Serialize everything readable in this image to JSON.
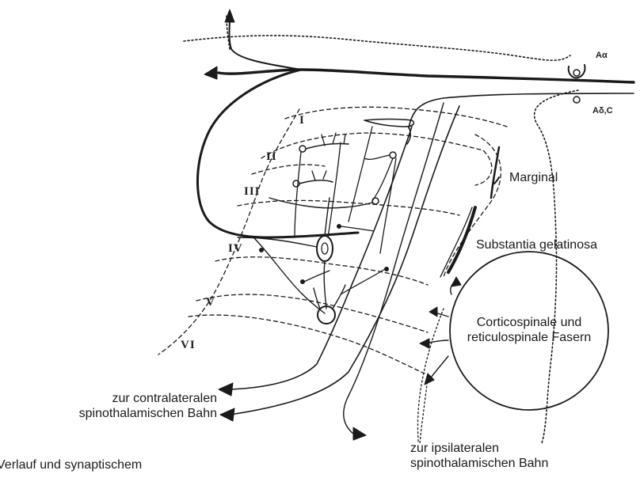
{
  "labels": {
    "marginal": "Marginal",
    "substantia": "Substantia gelatinosa",
    "cortico_line1": "Corticospinale und",
    "cortico_line2": "reticulospinale Fasern",
    "contra_line1": "zur contralateralen",
    "contra_line2": "spinothalamischen Bahn",
    "ipsi_line1": "zur ipsilateralen",
    "ipsi_line2": "spinothalamischen Bahn",
    "caption_fragment": "Verlauf und synaptischem",
    "fiber_a_delta": "Aα",
    "fiber_a_delta_c": "Aδ,C"
  },
  "laminae": [
    "I",
    "II",
    "III",
    "IV",
    "V",
    "VI"
  ]
}
